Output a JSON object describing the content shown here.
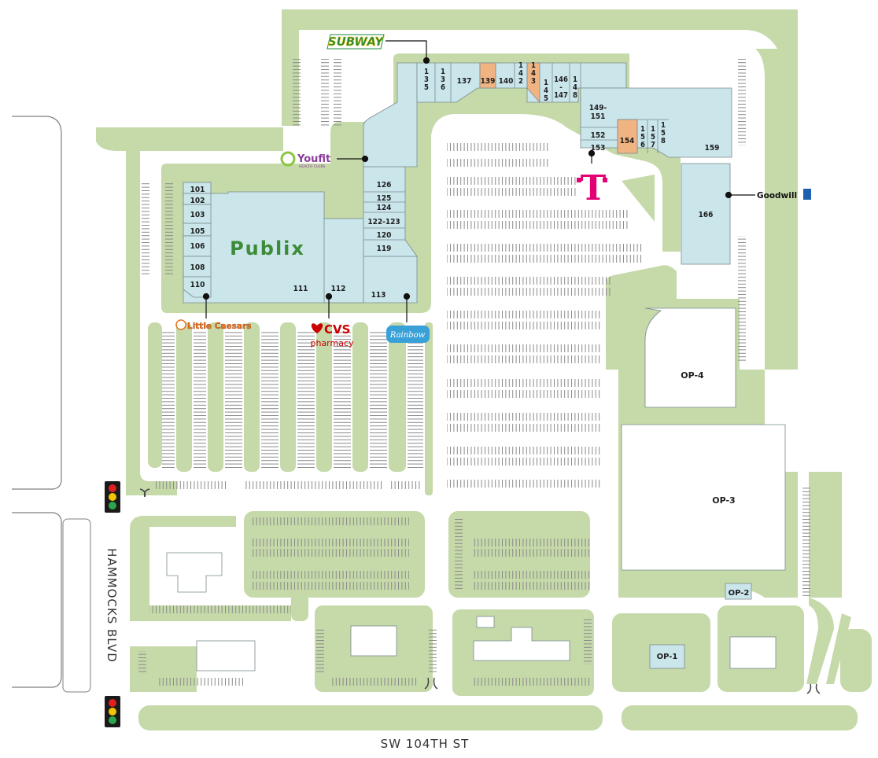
{
  "colors": {
    "land": "#c5d9a9",
    "building": "#cae6eb",
    "outline": "#7a8a90",
    "highlight": "#f0b483",
    "parking_line": "#8a8a8a",
    "road_line": "#7f7f7f",
    "tmobile": "#e20074",
    "publix": "#3d8b36",
    "cvs": "#cc0000",
    "rainbow": "#3aa0d8",
    "subway_green": "#1e8a3c",
    "subway_yellow": "#f2c300",
    "youfit": "#8a3d99",
    "goodwill_blue": "#1f5fb0"
  },
  "streets": {
    "south": "SW 104TH ST",
    "west": "HAMMOCKS BLVD"
  },
  "units": {
    "u101": "101",
    "u102": "102",
    "u103": "103",
    "u105": "105",
    "u106": "106",
    "u108": "108",
    "u110": "110",
    "u111": "111",
    "u112": "112",
    "u113": "113",
    "u119": "119",
    "u120": "120",
    "u122": "122-123",
    "u124": "124",
    "u125": "125",
    "u126": "126",
    "u135": "1\n3\n5",
    "u136": "1\n3\n6",
    "u137": "137",
    "u139": "139",
    "u140": "140",
    "u142": "1\n4\n2",
    "u143": "1\n4\n3",
    "u145": "1\n4\n5",
    "u146": "146\n-\n147",
    "u148": "1\n4\n8",
    "u149": "149-\n151",
    "u152": "152",
    "u153": "153",
    "u154": "154",
    "u156": "1\n5\n6",
    "u157": "1\n5\n7",
    "u158": "1\n5\n8",
    "u159": "159",
    "u166": "166"
  },
  "outparcels": {
    "op1": "OP-1",
    "op2": "OP-2",
    "op3": "OP-3",
    "op4": "OP-4"
  },
  "tenants": {
    "subway": "SUBWAY",
    "youfit": "Youfit",
    "youfit_sub": "HEALTH CLUBS",
    "publix": "Publix",
    "little_caesars": "Little Caesars",
    "cvs": "CVS",
    "cvs_sub": "pharmacy",
    "rainbow": "Rainbow",
    "goodwill": "Goodwill",
    "tmobile": "T"
  },
  "highlighted_units": [
    "139",
    "143",
    "154"
  ]
}
